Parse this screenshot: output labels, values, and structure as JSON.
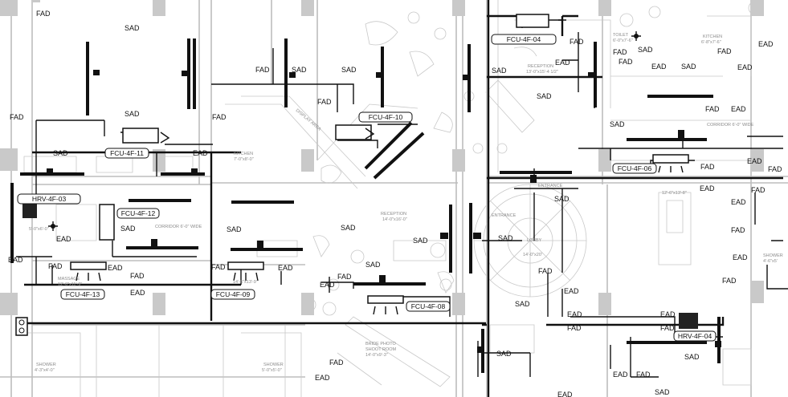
{
  "drawing": {
    "sheet_colors": {
      "background": "#ffffff",
      "ductwork": "#111111",
      "architecture": "#c8c8c8",
      "columns": "#c9c9c9"
    },
    "equipment_tags": [
      {
        "id": "fcu-4f-04",
        "text": "FCU-4F-04"
      },
      {
        "id": "fcu-4f-10",
        "text": "FCU-4F-10"
      },
      {
        "id": "fcu-4f-11",
        "text": "FCU-4F-11"
      },
      {
        "id": "fcu-4f-12",
        "text": "FCU-4F-12"
      },
      {
        "id": "fcu-4f-06",
        "text": "FCU-4F-06"
      },
      {
        "id": "fcu-4f-13",
        "text": "FCU-4F-13"
      },
      {
        "id": "fcu-4f-09",
        "text": "FCU-4F-09"
      },
      {
        "id": "fcu-4f-08",
        "text": "FCU-4F-08"
      },
      {
        "id": "hrv-4f-03",
        "text": "HRV-4F-03"
      },
      {
        "id": "hrv-4f-04",
        "text": "HRV-4F-04"
      }
    ],
    "air_labels": {
      "sad": "SAD",
      "fad": "FAD",
      "ead": "EAD"
    },
    "room_labels": [
      {
        "id": "toilet",
        "text": "TOILET"
      },
      {
        "id": "toilet-dim",
        "text": "6'-0\"x7'-6\""
      },
      {
        "id": "kitchen-ne",
        "text": "KITCHEN"
      },
      {
        "id": "kitchen-ne-dim",
        "text": "6'-8\"x7'-6\""
      },
      {
        "id": "reception-n",
        "text": "RECEPTION"
      },
      {
        "id": "reception-n-dim",
        "text": "13'-0\"x15'-4 1/2\""
      },
      {
        "id": "display-area",
        "text": "DISPLAY AREA"
      },
      {
        "id": "kitchen-c",
        "text": "KITCHEN"
      },
      {
        "id": "kitchen-c-dim",
        "text": "7'-0\"x8'-0\""
      },
      {
        "id": "corridor-e",
        "text": "CORRIDOR 6'-0\" WIDE"
      },
      {
        "id": "entrance-1",
        "text": "ENTRANCE"
      },
      {
        "id": "entrance-2",
        "text": "ENTRANCE"
      },
      {
        "id": "reception-c",
        "text": "RECEPTION"
      },
      {
        "id": "reception-c-dim",
        "text": "14'-0\"x16'-0\""
      },
      {
        "id": "corridor-w",
        "text": "CORRIDOR 6'-0\" WIDE"
      },
      {
        "id": "lobby",
        "text": "LOBBY"
      },
      {
        "id": "lobby-dim",
        "text": "14'-0\"x20'"
      },
      {
        "id": "massage-1",
        "text": "MASSAGE"
      },
      {
        "id": "massage-1-dim",
        "text": "12'-6\"x11'-9\""
      },
      {
        "id": "massage-2-dim",
        "text": "14'-6\"x13'-9\""
      },
      {
        "id": "bridal",
        "text": "BRIDE PHOTO"
      },
      {
        "id": "bridal-2",
        "text": "SHOOT ROOM"
      },
      {
        "id": "bridal-dim",
        "text": "14'-0\"x9'-3\""
      },
      {
        "id": "shower-1",
        "text": "SHOWER"
      },
      {
        "id": "shower-1-dim",
        "text": "4'-3\"x4'-0\""
      },
      {
        "id": "shower-2",
        "text": "SHOWER"
      },
      {
        "id": "shower-2-dim",
        "text": "5'-0\"x5'-0\""
      },
      {
        "id": "shower-3",
        "text": "SHOWER"
      },
      {
        "id": "shower-3-dim",
        "text": "4'-6\"x5'"
      },
      {
        "id": "room-e",
        "text": "12'-6\"x13'-8\""
      },
      {
        "id": "ws-dim",
        "text": "5'-0\"x6'-0\""
      }
    ]
  }
}
